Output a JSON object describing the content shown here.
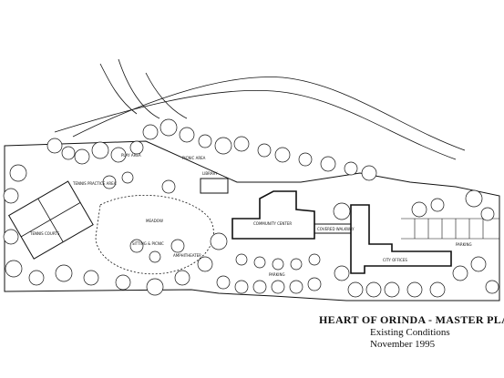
{
  "title": "HEART OF ORINDA - MASTER PLAN",
  "subtitle": "Existing Conditions",
  "date": "November 1995",
  "labels": {
    "play_area": "PLAY AREA",
    "tennis_practice": "TENNIS PRACTICE AREA",
    "tennis_courts": "TENNIS COURTS",
    "meadow": "MEADOW",
    "community_center": "COMMUNITY CENTER",
    "covered_walkway": "COVERED WALKWAY",
    "parking_south": "PARKING",
    "parking_east": "PARKING",
    "city_offices": "CITY OFFICES",
    "sitting_area": "SITTING & PICNIC",
    "amphitheater": "AMPHITHEATER",
    "library": "LIBRARY",
    "picnic_area": "PICNIC AREA"
  },
  "colors": {
    "ink": "#111111",
    "paper": "#ffffff"
  }
}
